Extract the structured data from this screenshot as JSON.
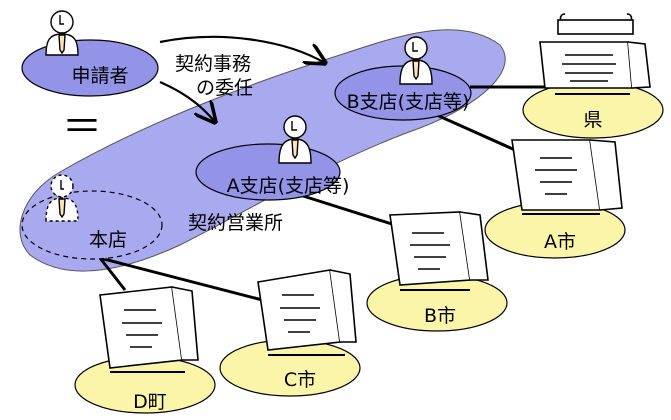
{
  "applicant": {
    "label": "申請者"
  },
  "equals": "＝",
  "delegation": {
    "line1": "契約事務",
    "line2": "の委任"
  },
  "branch_b": {
    "label": "B支店(支店等)"
  },
  "branch_a": {
    "label": "A支店(支店等)"
  },
  "head_office": {
    "label": "本店"
  },
  "sales_office": {
    "label": "契約営業所"
  },
  "authorities": {
    "prefecture": "県",
    "city_a": "A市",
    "city_b": "B市",
    "city_c": "C市",
    "town_d": "D町"
  },
  "colors": {
    "band": "#a9a9ef",
    "node": "#9393e8",
    "office_pad": "#fbf5a9",
    "document": "#ffffff",
    "line": "#000000"
  }
}
